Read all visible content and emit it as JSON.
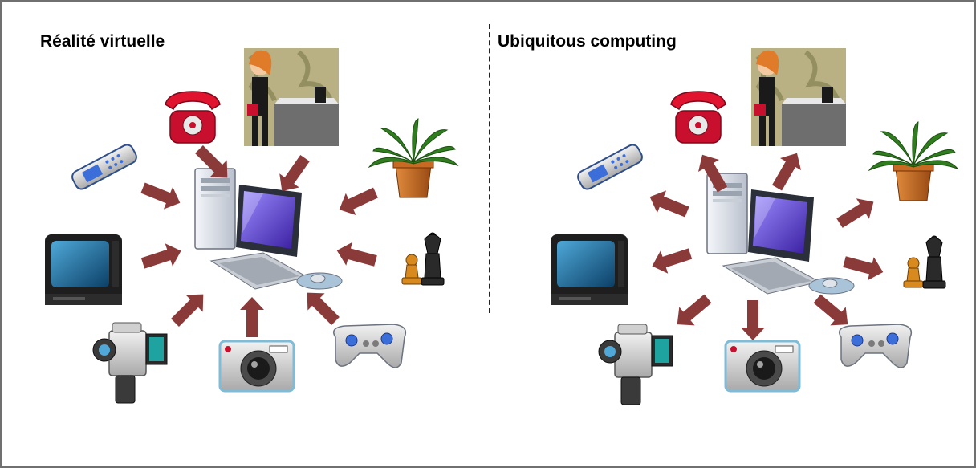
{
  "panels": {
    "left": {
      "title": "Réalité virtuelle",
      "arrows_direction": "toward-computer"
    },
    "right": {
      "title": "Ubiquitous computing",
      "arrows_direction": "away-from-computer"
    }
  },
  "devices": [
    "telephone-icon",
    "receptionist-icon",
    "plant-icon",
    "chess-icon",
    "gamepad-icon",
    "camera-icon",
    "camcorder-icon",
    "television-icon",
    "mobile-phone-icon"
  ],
  "colors": {
    "arrow": "#8b3a3a",
    "divider": "#222222",
    "frame": "#707070"
  }
}
